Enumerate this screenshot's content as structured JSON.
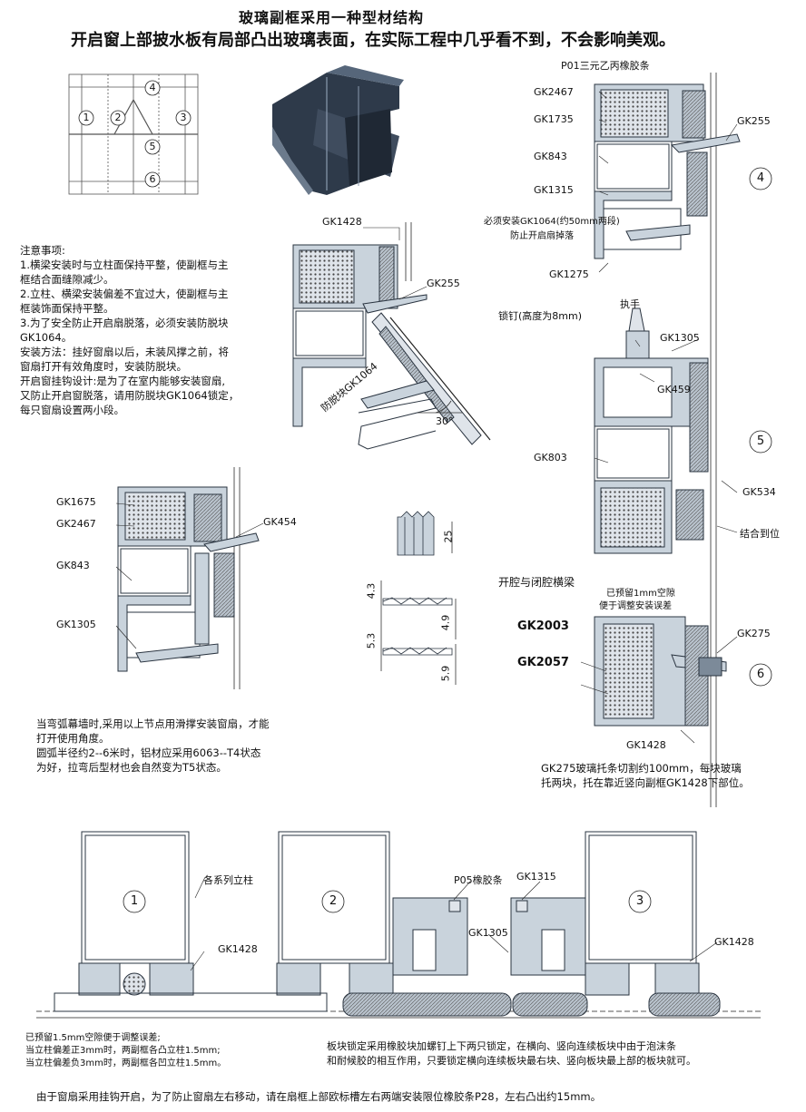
{
  "header": {
    "title": "玻璃副框采用一种型材结构",
    "subtitle": "开启窗上部披水板有局部凸出玻璃表面，在实际工程中几乎看不到，不会影响美观。"
  },
  "grid_diagram": {
    "markers": [
      "1",
      "2",
      "3",
      "4",
      "5",
      "6"
    ]
  },
  "notes": {
    "heading": "注意事项:",
    "lines": [
      "1.横梁安装时与立柱面保持平整，使副框与主",
      "   框结合面缝隙减少。",
      "2.立柱、横梁安装偏差不宜过大，使副框与主",
      "   框装饰面保持平整。",
      "3.为了安全防止开启扇脱落，必须安装防脱块",
      "   GK1064。",
      "安装方法：挂好窗扇以后，未装风撑之前，将",
      "窗扇打开有效角度时，安装防脱块。",
      "   开启窗挂钩设计:是为了在室内能够安装窗扇,",
      "又防止开启窗脱落，请用防脱块GK1064锁定，",
      "每只窗扇设置两小段。"
    ]
  },
  "center_section": {
    "labels": {
      "gk1428": "GK1428",
      "gk255": "GK255",
      "anti_drop": "防脱块GK1064",
      "angle": "30°"
    }
  },
  "left_section": {
    "labels": {
      "gk1675": "GK1675",
      "gk2467": "GK2467",
      "gk843": "GK843",
      "gk1305": "GK1305",
      "gk454": "GK454"
    }
  },
  "dimensions": {
    "d25": "25",
    "d43": "4.3",
    "d49": "4.9",
    "d53": "5.3",
    "d59": "5.9"
  },
  "right_section": {
    "labels": {
      "p01": "P01三元乙丙橡胶条",
      "gk2467": "GK2467",
      "gk1735": "GK1735",
      "gk255": "GK255",
      "gk843": "GK843",
      "gk1315": "GK1315",
      "must_install": "必须安装GK1064(约50mm两段)",
      "prevent_drop": "防止开启扇掉落",
      "gk1275": "GK1275",
      "handle": "执手",
      "lock_nail": "锁钉(高度为8mm)",
      "gk1305": "GK1305",
      "gk459": "GK459",
      "gk803": "GK803",
      "gk534": "GK534",
      "join": "结合到位",
      "open_close": "开腔与闭腔横梁",
      "reserved": "已预留1mm空隙",
      "reserved2": "便于调整安装误差",
      "gk2003": "GK2003",
      "gk2057": "GK2057",
      "gk275": "GK275",
      "gk1428": "GK1428"
    },
    "markers": [
      "4",
      "5",
      "6"
    ]
  },
  "mid_note": {
    "lines": [
      "      当弯弧幕墙时,采用以上节点用滑撑安装窗扇，才能",
      "   打开使用角度。",
      "      圆弧半径约2--6米时，铝材应采用6063--T4状态",
      "为好，拉弯后型材也会自然变为T5状态。"
    ]
  },
  "gk275_note": {
    "lines": [
      "GK275玻璃托条切割约100mm，每块玻璃",
      "托两块，托在靠近竖向副框GK1428下部位。"
    ]
  },
  "bottom_section": {
    "markers": [
      "1",
      "2",
      "3"
    ],
    "labels": {
      "columns": "各系列立柱",
      "gk1428_left": "GK1428",
      "p05": "P05橡胶条",
      "gk1315": "GK1315",
      "gk1305": "GK1305",
      "gk1428_right": "GK1428"
    },
    "tolerance_note": [
      "已预留1.5mm空隙便于调整误差;",
      "当立柱偏差正3mm时，两副框各凸立柱1.5mm;",
      "当立柱偏差负3mm时，两副框各凹立柱1.5mm。"
    ],
    "block_note": [
      "板块锁定采用橡胶块加螺钉上下两只锁定，在横向、竖向连续板块中由于泡沫条",
      "和耐候胶的相互作用，只要锁定横向连续板块最右块、竖向板块最上部的板块就可。"
    ]
  },
  "footer": {
    "text": "由于窗扇采用挂钩开启，为了防止窗扇左右移动，请在扇框上部欧标槽左右两端安装限位橡胶条P28，左右凸出约15mm。"
  },
  "colors": {
    "profile_fill": "#c9d3dc",
    "profile_stroke": "#2a3440",
    "foam_fill": "#7c8a99",
    "render_dark": "#2e3a4a"
  }
}
